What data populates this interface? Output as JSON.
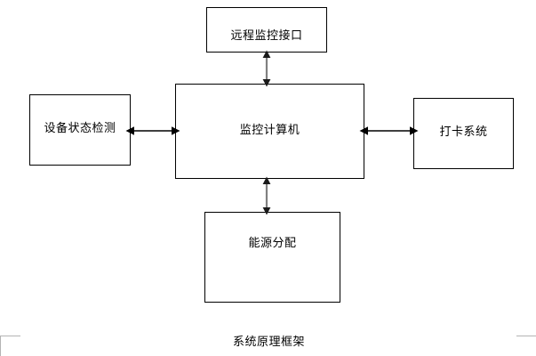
{
  "diagram": {
    "caption": "系统原理框架",
    "nodes": [
      {
        "id": "remote-interface",
        "label": "远程监控接口"
      },
      {
        "id": "device-status",
        "label": "设备状态检测"
      },
      {
        "id": "monitoring-computer",
        "label": "监控计算机"
      },
      {
        "id": "card-system",
        "label": "打卡系统"
      },
      {
        "id": "energy-distribution",
        "label": "能源分配"
      }
    ],
    "connectors": [
      {
        "id": "conn-top",
        "from": "monitoring-computer",
        "to": "remote-interface",
        "orientation": "vertical",
        "arrowheads": "both",
        "color": "#808080"
      },
      {
        "id": "conn-left",
        "from": "monitoring-computer",
        "to": "device-status",
        "orientation": "horizontal",
        "arrowheads": "both",
        "color": "#000000"
      },
      {
        "id": "conn-right",
        "from": "monitoring-computer",
        "to": "card-system",
        "orientation": "horizontal",
        "arrowheads": "both",
        "color": "#000000"
      },
      {
        "id": "conn-bottom",
        "from": "monitoring-computer",
        "to": "energy-distribution",
        "orientation": "vertical",
        "arrowheads": "both",
        "color": "#808080"
      }
    ],
    "colors": {
      "background": "#ffffff",
      "node_border": "#000000",
      "node_fill": "#ffffff",
      "text": "#000000",
      "horizontal_connector": "#000000",
      "vertical_connector": "#808080",
      "corner_mark": "#b4b4b4"
    },
    "page_marks": {
      "bottom_left": "corner-mark",
      "bottom_right": "corner-mark"
    }
  }
}
